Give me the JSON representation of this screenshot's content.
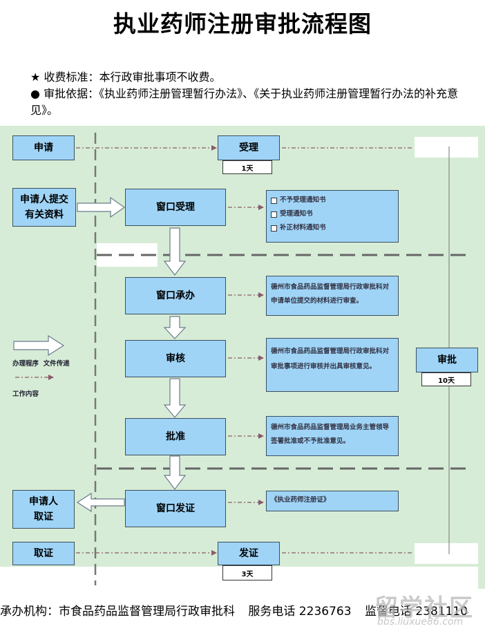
{
  "title": "执业药师注册审批流程图",
  "info": {
    "fee_bullet": "★",
    "fee": "收费标准：本行政审批事项不收费。",
    "basis_bullet": "●",
    "basis": "审批依据：《执业药师注册管理暂行办法》、《关于执业药师注册管理暂行办法的补充意见》。"
  },
  "boxes": {
    "apply": "申请",
    "accept": "受理",
    "accept_days": "1天",
    "submit_line1": "申请人提交",
    "submit_line2": "有关资料",
    "window_accept": "窗口受理",
    "window_handle": "窗口承办",
    "review": "审核",
    "approve": "批准",
    "window_issue": "窗口发证",
    "applicant_line1": "申请人",
    "applicant_line2": "取证",
    "pickup": "取证",
    "issue": "发证",
    "issue_days": "3天",
    "approval": "审批",
    "approval_days": "10天"
  },
  "notices": {
    "options": [
      "不予受理通知书",
      "受理通知书",
      "补正材料通知书"
    ],
    "handle": "德州市食品药品监督管理局行政审批科对申请单位提交的材料进行审查。",
    "review": "德州市食品药品监督管理局行政审批科对审批事项进行审核并出具审核意见。",
    "approve": "德州市食品药品监督管理局业务主管领导签署批准或不予批准意见。",
    "certificate": "《执业药师注册证》"
  },
  "legend": {
    "procedure": "办理程序",
    "transfer": "文件传递",
    "work": "工作内容"
  },
  "footer": {
    "org": "承办机构：市食品药品监督管理局行政审批科",
    "service_phone": "服务电话 2236763",
    "supervise_phone": "监督电话 2381110"
  },
  "watermark": {
    "site": "留学社区",
    "url": "bbs.liuxue86.com"
  },
  "colors": {
    "background": "#d6ecd6",
    "box_fill": "#9fd4f7",
    "box_border": "#3b4e5e"
  }
}
